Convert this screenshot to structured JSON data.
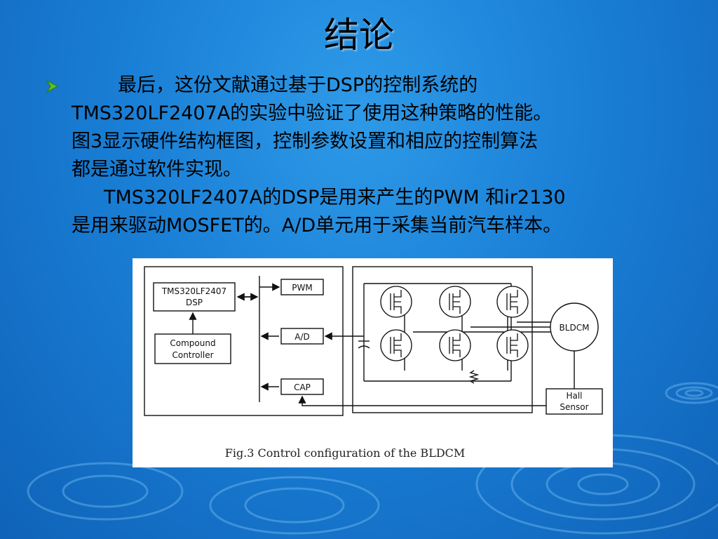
{
  "slide": {
    "title": "结论",
    "paragraph_lines": [
      "最后，这份文献通过基于DSP的控制系统的",
      "TMS320LF2407A的实验中验证了使用这种策略的性能。",
      "图3显示硬件结构框图，控制参数设置和相应的控制算法",
      "都是通过软件实现。",
      "TMS320LF2407A的DSP是用来产生的PWM 和ir2130",
      "是用来驱动MOSFET的。A/D单元用于采集当前汽车样本。"
    ]
  },
  "figure": {
    "dsp_label_1": "TMS320LF2407",
    "dsp_label_2": "DSP",
    "controller_label_1": "Compound",
    "controller_label_2": "Controller",
    "pwm_label": "PWM",
    "ad_label": "A/D",
    "cap_label": "CAP",
    "motor_label": "BLDCM",
    "hall_label_1": "Hall",
    "hall_label_2": "Sensor",
    "caption": "Fig.3 Control configuration of the BLDCM"
  },
  "colors": {
    "background": "#1a7fd6",
    "bullet": "#5fbf2a"
  }
}
